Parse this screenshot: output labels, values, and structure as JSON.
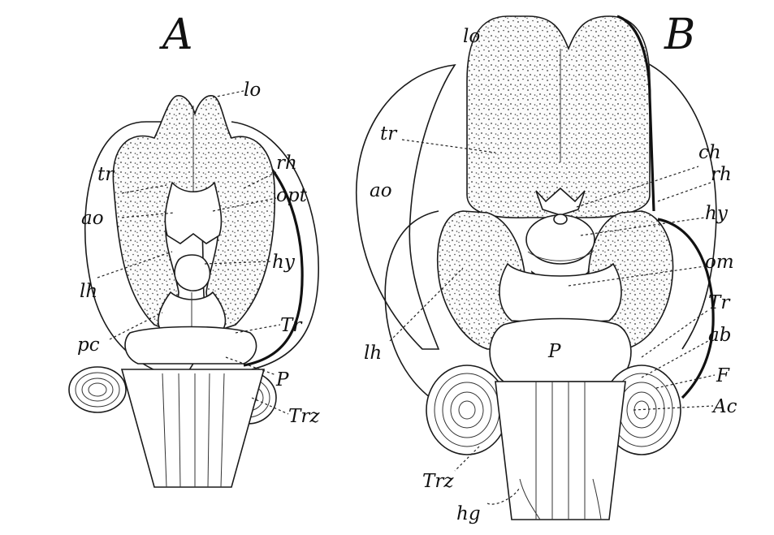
{
  "figure": {
    "panel_a": {
      "title": "A",
      "labels": {
        "lo": "lo",
        "tr": "tr",
        "rh": "rh",
        "opt": "opt",
        "ao": "ao",
        "hy": "hy",
        "lh": "lh",
        "tr_cap": "Tr",
        "pc": "pc",
        "p": "P",
        "trz": "Trz"
      }
    },
    "panel_b": {
      "title": "B",
      "labels": {
        "lo": "lo",
        "tr": "tr",
        "ch": "ch",
        "rh": "rh",
        "ao": "ao",
        "hy": "hy",
        "om": "om",
        "tr_cap": "Tr",
        "lh": "lh",
        "ab": "ab",
        "p": "P",
        "f": "F",
        "ac": "Ac",
        "trz": "Trz",
        "hg": "hg"
      }
    },
    "colors": {
      "ink": "#111111",
      "paper": "#ffffff"
    }
  }
}
